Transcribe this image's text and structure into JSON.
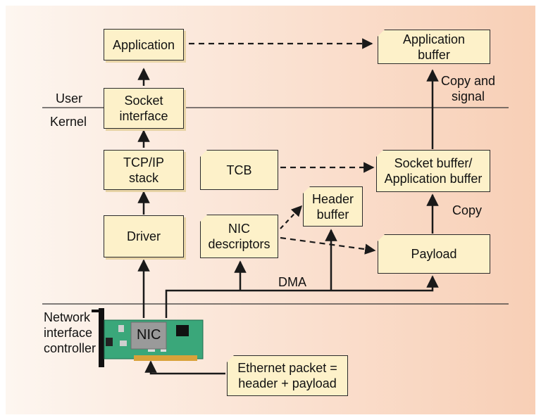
{
  "boxes": {
    "application": "Application",
    "app_buffer": [
      "Application",
      "buffer"
    ],
    "socket_interface": [
      "Socket",
      "interface"
    ],
    "tcpip_stack": [
      "TCP/IP",
      "stack"
    ],
    "tcb": "TCB",
    "socket_buffer": [
      "Socket buffer/",
      "Application buffer"
    ],
    "header_buffer": [
      "Header",
      "buffer"
    ],
    "driver": "Driver",
    "nic_descriptors": [
      "NIC",
      "descriptors"
    ],
    "payload": "Payload",
    "ethernet_packet": [
      "Ethernet packet =",
      "header + payload"
    ]
  },
  "labels": {
    "user": "User",
    "kernel": "Kernel",
    "copy_and_signal": [
      "Copy and",
      "signal"
    ],
    "copy": "Copy",
    "dma": "DMA",
    "network_interface_controller": [
      "Network",
      "interface",
      "controller"
    ],
    "nic_chip": "NIC"
  },
  "colors": {
    "background_gradient_left": "#fdf6f0",
    "background_gradient_right": "#f8cfb6",
    "box_fill": "#fdf1c9",
    "line": "#1a1a1a",
    "nic_board": "#3aa77a",
    "nic_chip": "#9a9a9a"
  }
}
